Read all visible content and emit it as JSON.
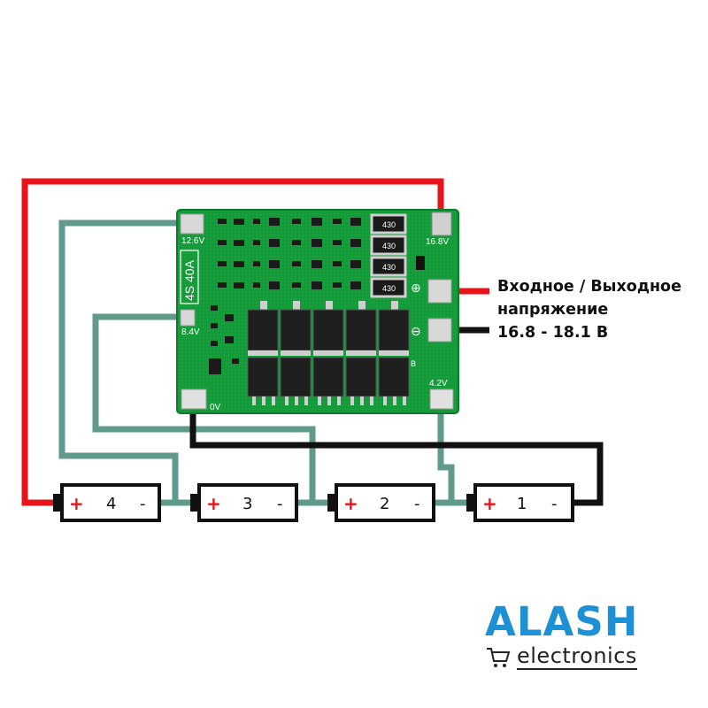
{
  "board": {
    "chip_label": "4S 40A",
    "pads": {
      "p126": "12.6V",
      "p84": "8.4V",
      "p0": "0V",
      "p42": "4.2V",
      "p168": "16.8V",
      "plus": "⊕",
      "minus": "⊖"
    },
    "resistor_marking": "430",
    "pad_b": "B"
  },
  "cells": [
    {
      "number": "4",
      "plus": "+",
      "minus": "-"
    },
    {
      "number": "3",
      "plus": "+",
      "minus": "-"
    },
    {
      "number": "2",
      "plus": "+",
      "minus": "-"
    },
    {
      "number": "1",
      "plus": "+",
      "minus": "-"
    }
  ],
  "note": {
    "line1": "Входное / Выходное",
    "line2": "напряжение",
    "line3": "16.8 - 18.1 В"
  },
  "logo": {
    "brand": "ALASH",
    "tagline": "electronics",
    "cart_icon": "shopping-cart-icon"
  },
  "colors": {
    "positive_wire": "#e8141a",
    "negative_wire": "#111111",
    "balance_wire": "#5f9a8b",
    "pcb": "#159a3a",
    "brand": "#1e90d6"
  }
}
